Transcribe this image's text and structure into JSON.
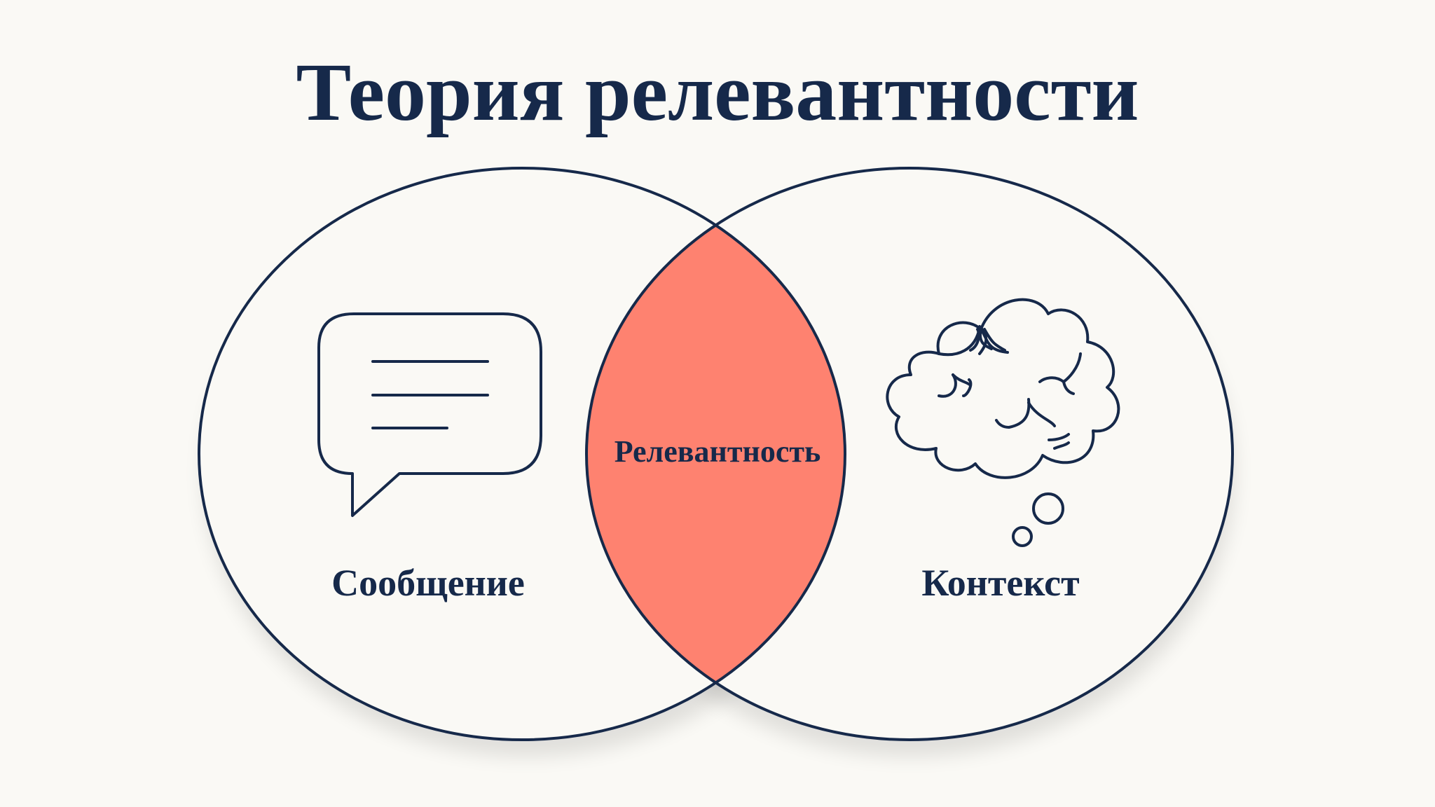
{
  "title": "Теория релевантности",
  "diagram": {
    "left_circle_label": "Сообщение",
    "right_circle_label": "Контекст",
    "intersection_label": "Релевантность",
    "left_icon": "speech-bubble-icon",
    "right_icon": "thinking-brain-icon"
  },
  "colors": {
    "background": "#faf9f5",
    "circle_fill": "#faf9f5",
    "stroke": "#16294a",
    "intersection": "#fe8270",
    "text": "#16294a"
  }
}
